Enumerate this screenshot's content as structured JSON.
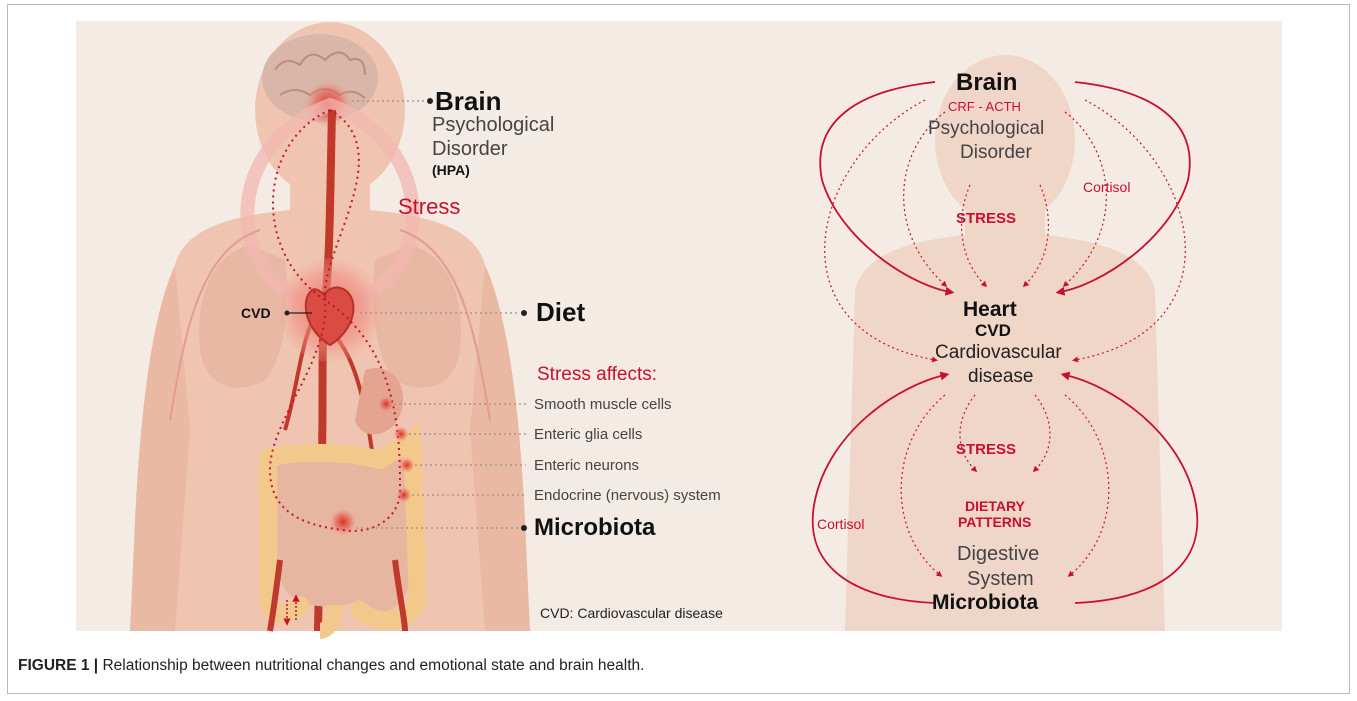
{
  "colors": {
    "accent": "#c8102e",
    "artery": "#c0392b",
    "background_panel": "#f4ece4",
    "body_skin": "#efc5b1",
    "organ": "#e3a592",
    "intestine": "#f2c98b"
  },
  "left_panel": {
    "brain_title": "Brain",
    "brain_line1": "Psychological",
    "brain_line2": "Disorder",
    "brain_hpa": "(HPA)",
    "stress_label": "Stress",
    "cvd_label": "CVD",
    "diet_label": "Diet",
    "stress_affects_title": "Stress affects:",
    "stress_affects_items": [
      "Smooth muscle cells",
      "Enteric glia cells",
      "Enteric neurons",
      "Endocrine (nervous) system"
    ],
    "microbiota_label": "Microbiota",
    "legend_note": "CVD: Cardiovascular disease"
  },
  "right_panel": {
    "brain_title": "Brain",
    "crf_acth": "CRF - ACTH",
    "brain_line1": "Psychological",
    "brain_line2": "Disorder",
    "cortisol_top": "Cortisol",
    "stress_upper": "STRESS",
    "heart_title": "Heart",
    "heart_cvd": "CVD",
    "heart_line1": "Cardiovascular",
    "heart_line2": "disease",
    "stress_lower": "STRESS",
    "dietary_line1": "DIETARY",
    "dietary_line2": "PATTERNS",
    "cortisol_bottom": "Cortisol",
    "digestive_line1": "Digestive",
    "digestive_line2": "System",
    "microbiota_title": "Microbiota"
  },
  "caption": {
    "label": "FIGURE 1 |",
    "text": " Relationship between nutritional changes and emotional state and brain health."
  }
}
